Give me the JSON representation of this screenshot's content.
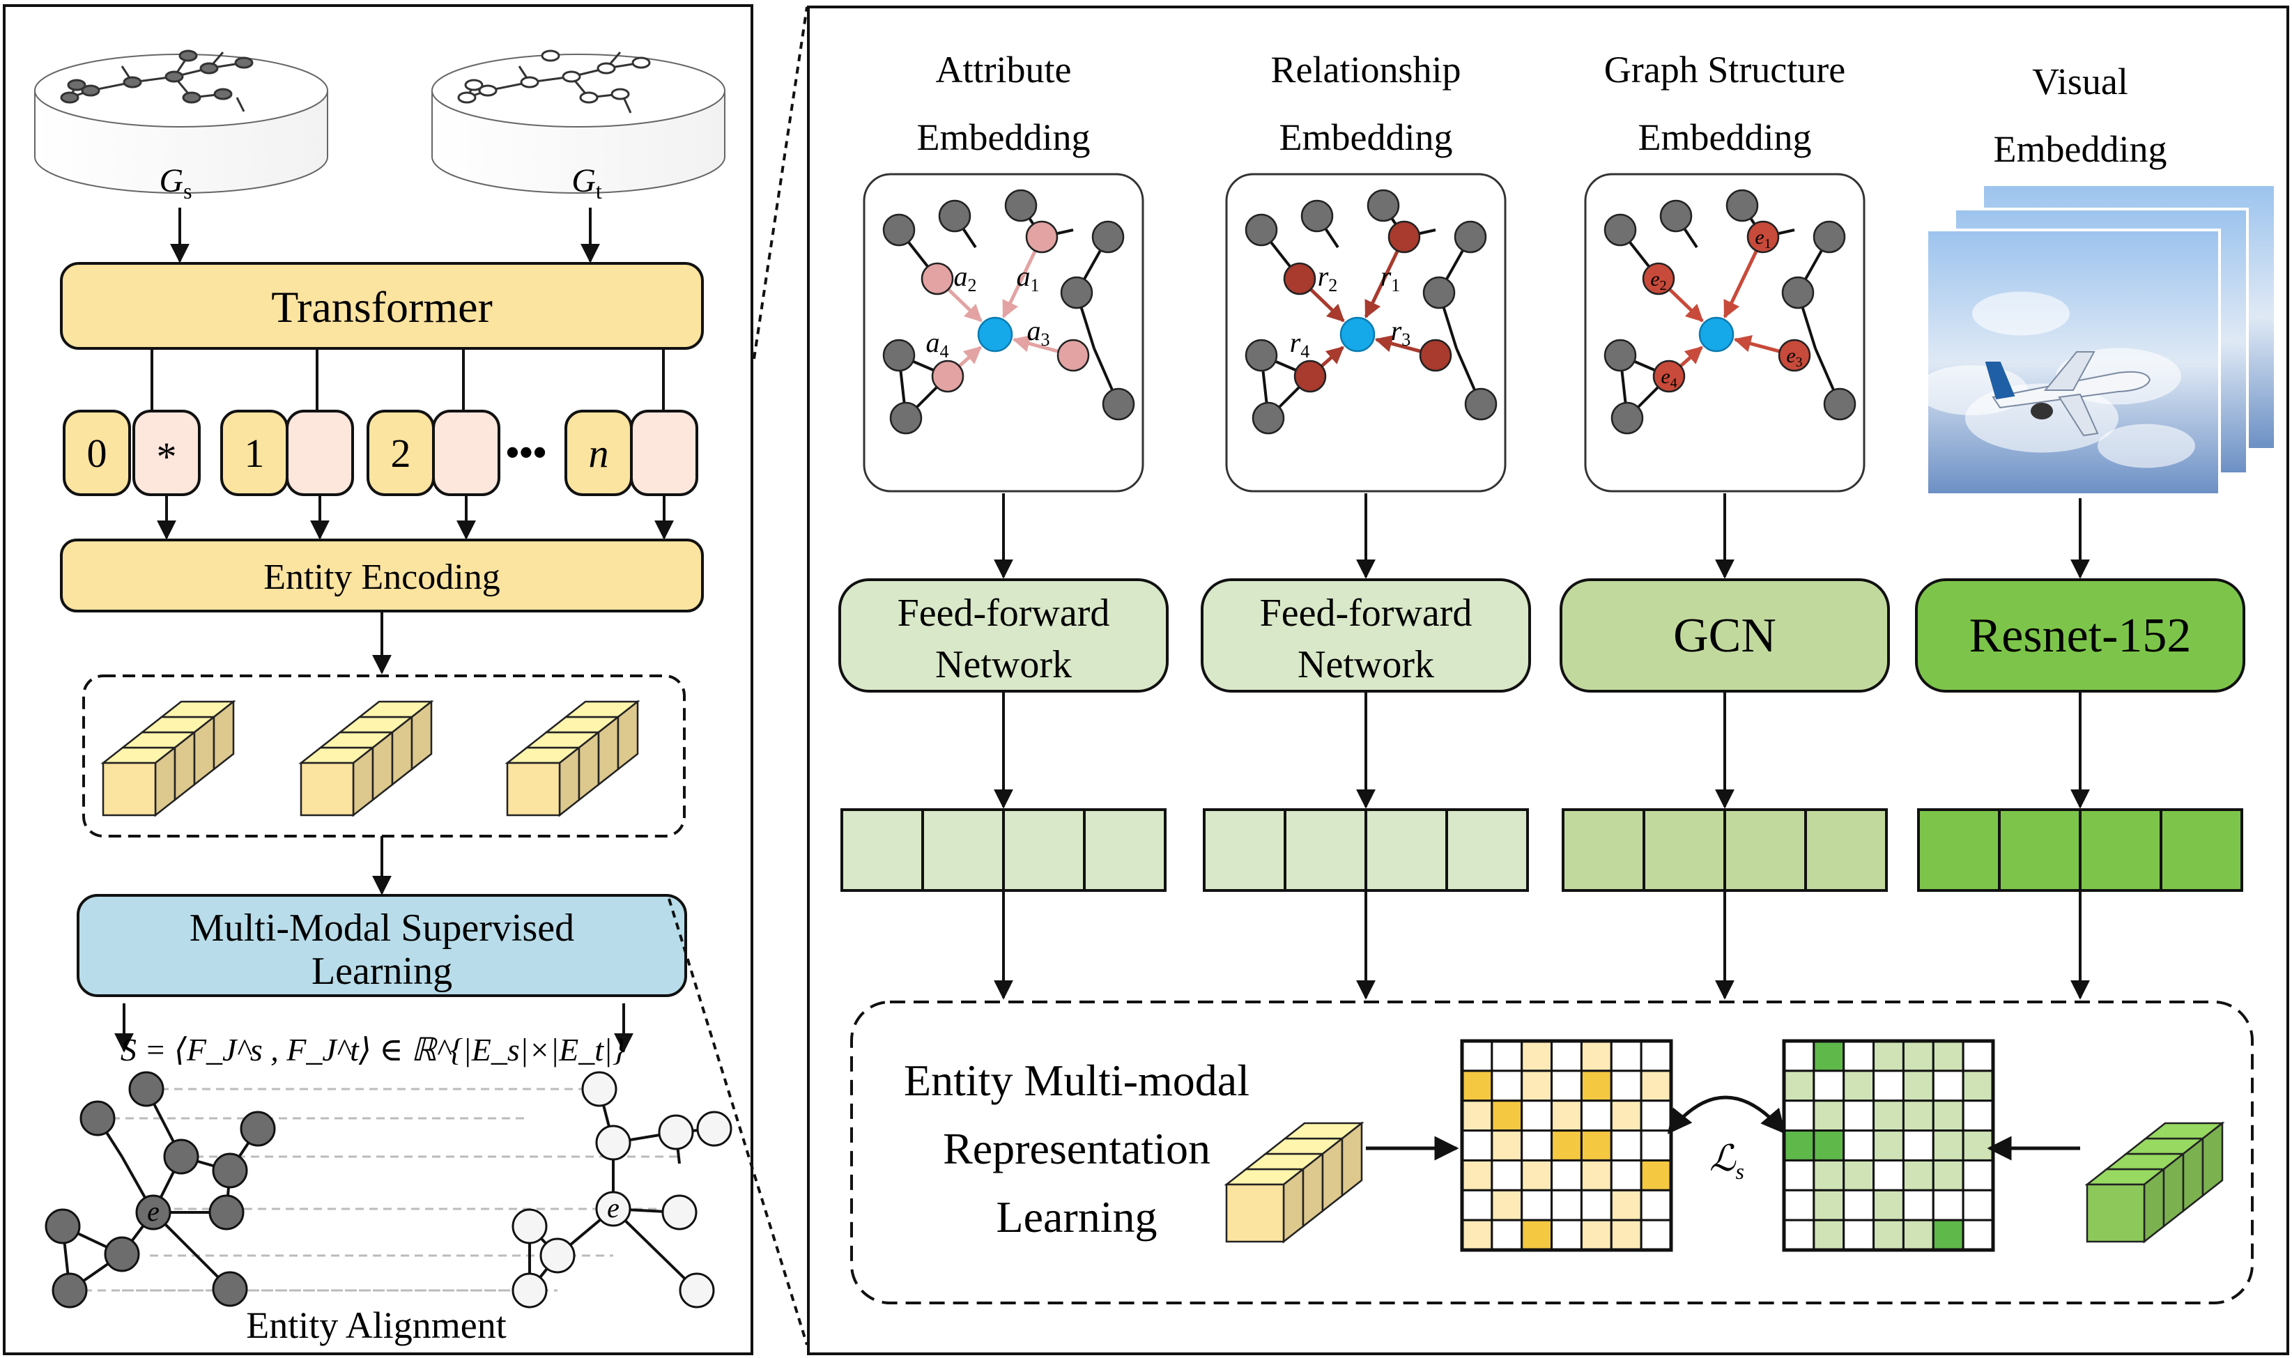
{
  "left": {
    "graph_source_label": "G",
    "graph_source_sub": "s",
    "graph_target_label": "G",
    "graph_target_sub": "t",
    "transformer_label": "Transformer",
    "tokens": [
      "0",
      "*",
      "1",
      "2",
      "n"
    ],
    "ellipsis": "•••",
    "entity_encoding_label": "Entity Encoding",
    "supervised_label_line1": "Multi-Modal Supervised",
    "supervised_label_line2": "Learning",
    "similarity_formula": "S = ⟨F_J^s , F_J^t⟩ ∈ ℝ^{|E_s|×|E_t|}",
    "entity_node_label": "e",
    "entity_alignment_label": "Entity Alignment"
  },
  "right": {
    "columns": [
      {
        "title1": "Attribute",
        "title2": "Embedding",
        "edge_prefix": "a",
        "encoder1": "Feed-forward",
        "encoder2": "Network",
        "color": "#d9e8c8"
      },
      {
        "title1": "Relationship",
        "title2": "Embedding",
        "edge_prefix": "r",
        "encoder1": "Feed-forward",
        "encoder2": "Network",
        "color": "#d9e8c8"
      },
      {
        "title1": "Graph Structure",
        "title2": "Embedding",
        "edge_prefix": "e",
        "encoder1": "GCN",
        "encoder2": "",
        "color": "#c2d99e"
      },
      {
        "title1": "Visual",
        "title2": "Embedding",
        "edge_prefix": "",
        "encoder1": "Resnet-152",
        "encoder2": "",
        "color": "#7dc54a"
      }
    ],
    "representation_label1": "Entity Multi-modal",
    "representation_label2": "Representation",
    "representation_label3": "Learning",
    "loss_label": "ℒ",
    "loss_sub": "s"
  },
  "colors": {
    "transformer_fill": "#fbe3a0",
    "token_num_fill": "#fbe3a0",
    "token_pos_fill": "#fde6dc",
    "supervised_fill": "#b8dce9",
    "cube_yellow": "#fbe3a0",
    "cube_green": "#8cc95a",
    "attr_node": "#e3a3a3",
    "rel_node": "#a83a2e",
    "gs_node": "#c84a3a",
    "center_node": "#16a9ea",
    "grey_node": "#707070"
  }
}
